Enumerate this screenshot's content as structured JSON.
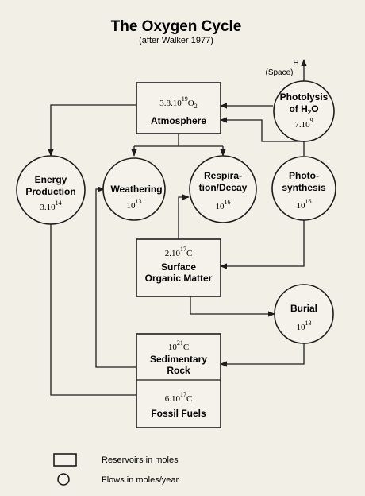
{
  "title": "The Oxygen Cycle",
  "subtitle": "(after Walker 1977)",
  "space_label": "(Space)",
  "space_arrow_label": "H",
  "reservoirs": {
    "atmosphere": {
      "value": "3.8.10",
      "exp": "19",
      "unit": "O",
      "unit_sub": "2",
      "name": "Atmosphere"
    },
    "surface_organic": {
      "value": "2.10",
      "exp": "17",
      "unit": "C",
      "name_line1": "Surface",
      "name_line2": "Organic Matter"
    },
    "sedimentary": {
      "value": "10",
      "exp": "21",
      "unit": "C",
      "name_line1": "Sedimentary",
      "name_line2": "Rock"
    },
    "fossil": {
      "value": "6.10",
      "exp": "17",
      "unit": "C",
      "name": "Fossil Fuels"
    }
  },
  "flows": {
    "photolysis": {
      "name_line1": "Photolysis",
      "name_line2_main": "of H",
      "name_line2_sub": "2",
      "name_line2_end": "O",
      "value": "7.10",
      "exp": "9"
    },
    "energy": {
      "name_line1": "Energy",
      "name_line2": "Production",
      "value": "3.10",
      "exp": "14"
    },
    "weathering": {
      "name": "Weathering",
      "value": "10",
      "exp": "13"
    },
    "respiration": {
      "name_line1": "Respira-",
      "name_line2": "tion/Decay",
      "value": "10",
      "exp": "16"
    },
    "photosynthesis": {
      "name_line1": "Photo-",
      "name_line2": "synthesis",
      "value": "10",
      "exp": "16"
    },
    "burial": {
      "name": "Burial",
      "value": "10",
      "exp": "13"
    }
  },
  "legend": {
    "reservoirs": "Reservoirs in moles",
    "flows": "Flows in moles/year"
  }
}
